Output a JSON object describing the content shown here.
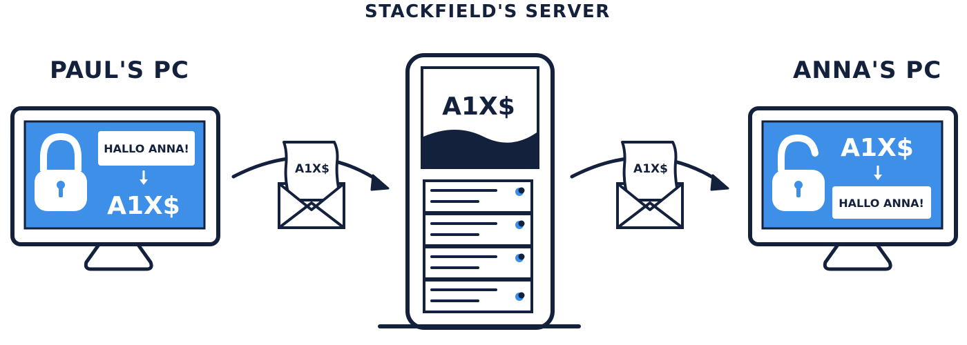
{
  "server": {
    "title": "STACKFIELD'S SERVER",
    "screen_text": "A1X$"
  },
  "pc_left": {
    "title": "PAUL'S PC",
    "bubble_text": "HALLO ANNA!",
    "cipher_text": "A1X$",
    "lock_state": "locked",
    "icon": "padlock-closed-icon"
  },
  "pc_right": {
    "title": "ANNA'S PC",
    "cipher_text": "A1X$",
    "bubble_text": "HALLO ANNA!",
    "lock_state": "unlocked",
    "icon": "padlock-open-icon"
  },
  "envelope_left": {
    "text": "A1X$"
  },
  "envelope_right": {
    "text": "A1X$"
  },
  "colors": {
    "outline": "#14213d",
    "screen_blue": "#3d8fe8",
    "white": "#ffffff"
  }
}
